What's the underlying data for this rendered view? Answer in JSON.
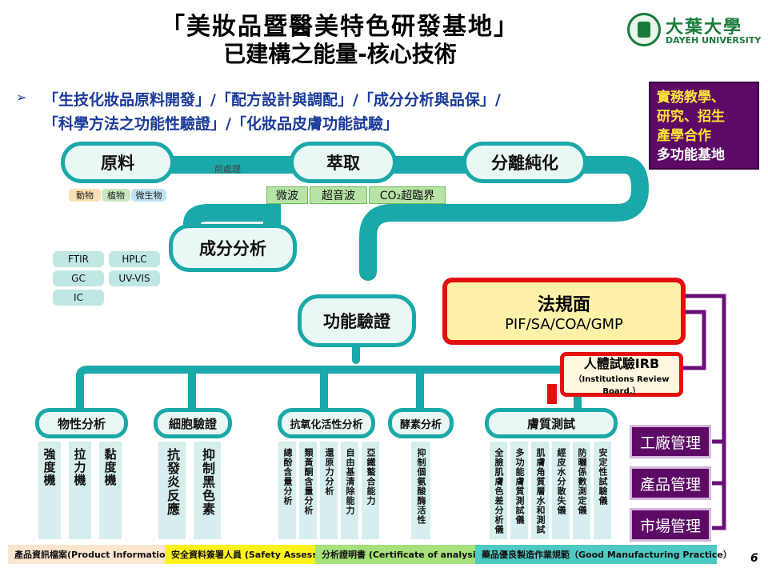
{
  "header": {
    "title": "「美妝品暨醫美特色研發基地」",
    "subtitle": "已建構之能量-核心技術"
  },
  "logo": {
    "name_cn": "大葉大學",
    "name_en": "DAYEH UNIVERSITY"
  },
  "intro": {
    "bullet": "➢",
    "line1": "「生技化妝品原料開發」/「配方設計與調配」/「成分分析與品保」/",
    "line2": "「科學方法之功能性驗證」/「化妝品皮膚功能試驗」"
  },
  "badge": {
    "line1": "實務教學、",
    "line2": "研究、招生",
    "line3": "產學合作",
    "line4": "多功能基地"
  },
  "flow": {
    "raw": "原料",
    "pretreat": "前處理",
    "extract": "萃取",
    "separate": "分離純化",
    "analysis": "成分分析",
    "verify": "功能驗證",
    "sources": [
      "動物",
      "植物",
      "微生物"
    ],
    "methods": [
      "微波",
      "超音波",
      "CO₂超臨界"
    ],
    "instruments": [
      "FTIR",
      "HPLC",
      "GC",
      "UV-VIS",
      "IC"
    ]
  },
  "regulation": {
    "title": "法規面",
    "sub": "PIF/SA/COA/GMP"
  },
  "irb": {
    "title": "人體試驗IRB",
    "sub": "（Institutions Review Board.）"
  },
  "categories": [
    {
      "name": "物性分析",
      "items": [
        "強度機",
        "拉力機",
        "黏度機"
      ]
    },
    {
      "name": "細胞驗證",
      "items": [
        "抗發炎反應",
        "抑制黑色素"
      ]
    },
    {
      "name": "抗氧化活性分析",
      "items": [
        "總酚含量分析",
        "類黃酮含量分析",
        "還原力分析",
        "自由基清除能力",
        "亞鐵螯合能力"
      ]
    },
    {
      "name": "酵素分析",
      "items": [
        "抑制個氨酸酶活性"
      ]
    },
    {
      "name": "膚質測試",
      "items": [
        "全臉肌膚色差分析儀",
        "多功能膚質測試儀",
        "肌膚角質層水和測試",
        "經皮水分散失儀",
        "防曬係數測定儀",
        "安定性試驗儀"
      ]
    }
  ],
  "management": [
    "工廠管理",
    "產品管理",
    "市場管理"
  ],
  "footer": [
    "產品資訊檔案(Product Information File)",
    "安全資料簽署人員 (Safety Assessor, SA)",
    "分析證明書 (Certificate of analysis, COA)",
    "藥品優良製造作業規範（Good Manufacturing Practice）"
  ],
  "page_number": "6",
  "colors": {
    "teal": "#1aa8a8",
    "purple": "#5c0a66",
    "red": "#e31010",
    "yellow": "#fff2a8"
  }
}
